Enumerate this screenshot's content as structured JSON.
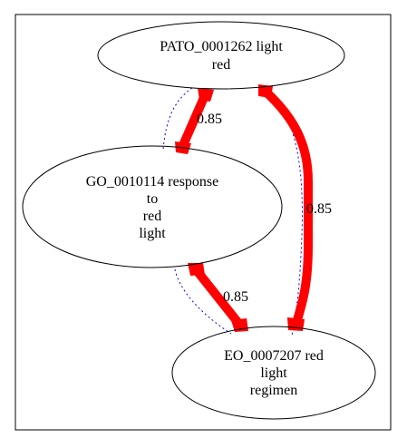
{
  "graph": {
    "nodes": [
      {
        "id": "pato",
        "lines": [
          "PATO_0001262 light",
          "red"
        ]
      },
      {
        "id": "go",
        "lines": [
          "GO_0010114 response",
          "to",
          "red",
          "light"
        ]
      },
      {
        "id": "eo",
        "lines": [
          "EO_0007207 red",
          "light",
          "regimen"
        ]
      }
    ],
    "edges": [
      {
        "id": "pato-go",
        "label": "0.85"
      },
      {
        "id": "pato-eo",
        "label": "0.85"
      },
      {
        "id": "go-eo",
        "label": "0.85"
      }
    ],
    "colors": {
      "strong_edge": "#ff0000",
      "dotted_edge": "#0000ff",
      "node_stroke": "#000000",
      "frame_stroke": "#000000"
    }
  }
}
